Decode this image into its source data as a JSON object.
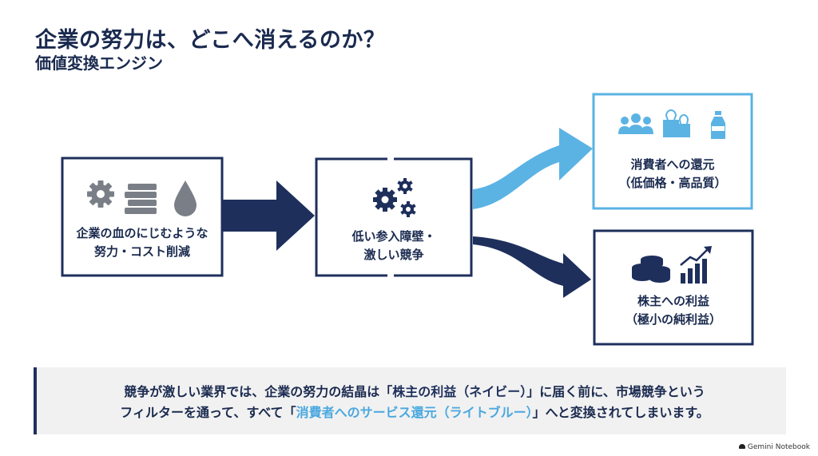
{
  "header": {
    "title": "企業の努力は、どこへ消えるのか？",
    "subtitle": "価値変換エンジン"
  },
  "flow": {
    "source": {
      "label_line1": "企業の血のにじむような",
      "label_line2": "努力・コスト削減",
      "icons": [
        "gear-icon",
        "books-icon",
        "drop-icon"
      ]
    },
    "engine": {
      "label_line1": "低い参入障壁・",
      "label_line2": "激しい競争",
      "icons": [
        "gears-icon"
      ]
    },
    "consumer": {
      "label_line1": "消費者への還元",
      "label_line2": "（低価格・高品質）",
      "icons": [
        "people-icon",
        "shopping-bags-icon",
        "bottle-icon"
      ]
    },
    "shareholder": {
      "label_line1": "株主への利益",
      "label_line2": "（極小の純利益）",
      "icons": [
        "coins-icon",
        "growth-chart-icon"
      ]
    }
  },
  "caption": {
    "line1_a": "競争が激しい業界では、企業の努力の結晶は「",
    "line1_hl": "株主の利益（ネイビー）",
    "line1_b": "」に届く前に、市場競争という",
    "line2_a": "フィルターを通って、すべて「",
    "line2_hl": "消費者へのサービス還元（ライトブルー）",
    "line2_b": "」へと変換されてしまいます。"
  },
  "footer": {
    "brand": "Gemini Notebook"
  },
  "colors": {
    "navy": "#1e2f5c",
    "light_blue": "#5bb3e4",
    "caption_bg": "#f1f1f1"
  }
}
